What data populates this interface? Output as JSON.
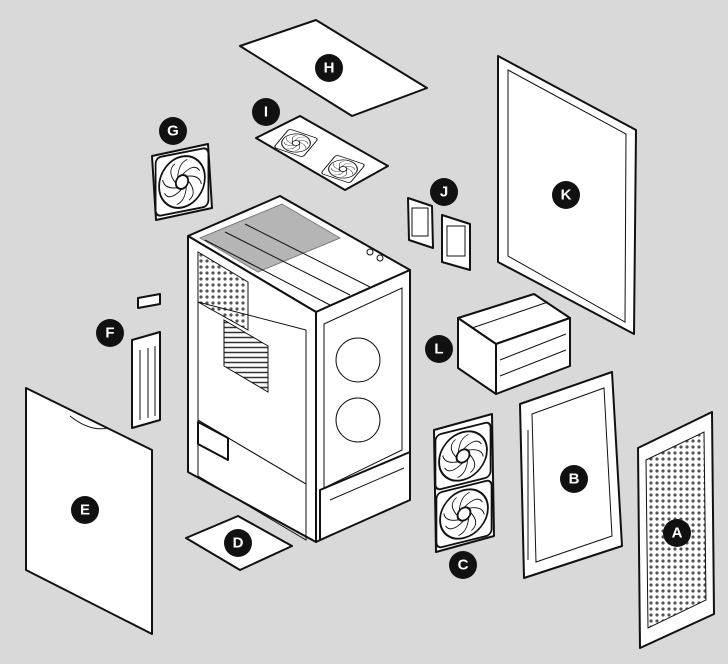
{
  "callouts": {
    "A": "A",
    "B": "B",
    "C": "C",
    "D": "D",
    "E": "E",
    "F": "F",
    "G": "G",
    "H": "H",
    "I": "I",
    "J": "J",
    "K": "K",
    "L": "L"
  },
  "colors": {
    "background": "#d9d9d9",
    "line": "#111111",
    "fill": "#ffffff",
    "badge": "#111111"
  }
}
